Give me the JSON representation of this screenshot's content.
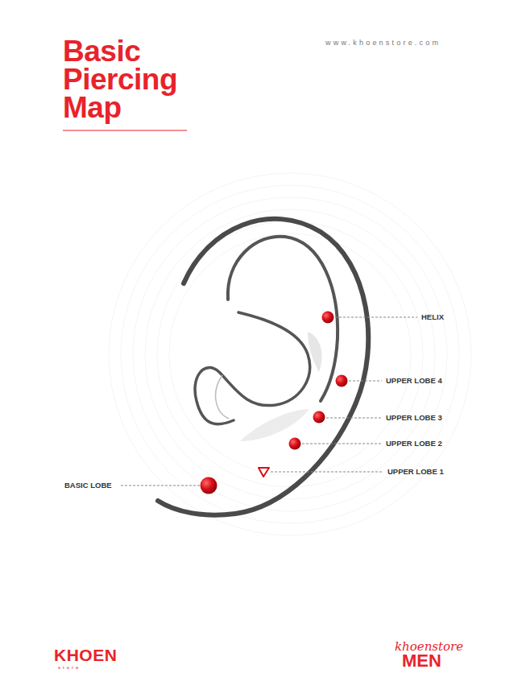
{
  "diagram": {
    "title": "Basic Piercing Map",
    "labels": [
      "www.khoenstore.com",
      "HELIX",
      "UPPER LOBE 4",
      "UPPER LOBE 3",
      "UPPER LOBE 2",
      "UPPER LOBE 1",
      "BASIC LOBE",
      "KHOEN",
      "store",
      "khoenstore",
      "MEN"
    ]
  }
}
